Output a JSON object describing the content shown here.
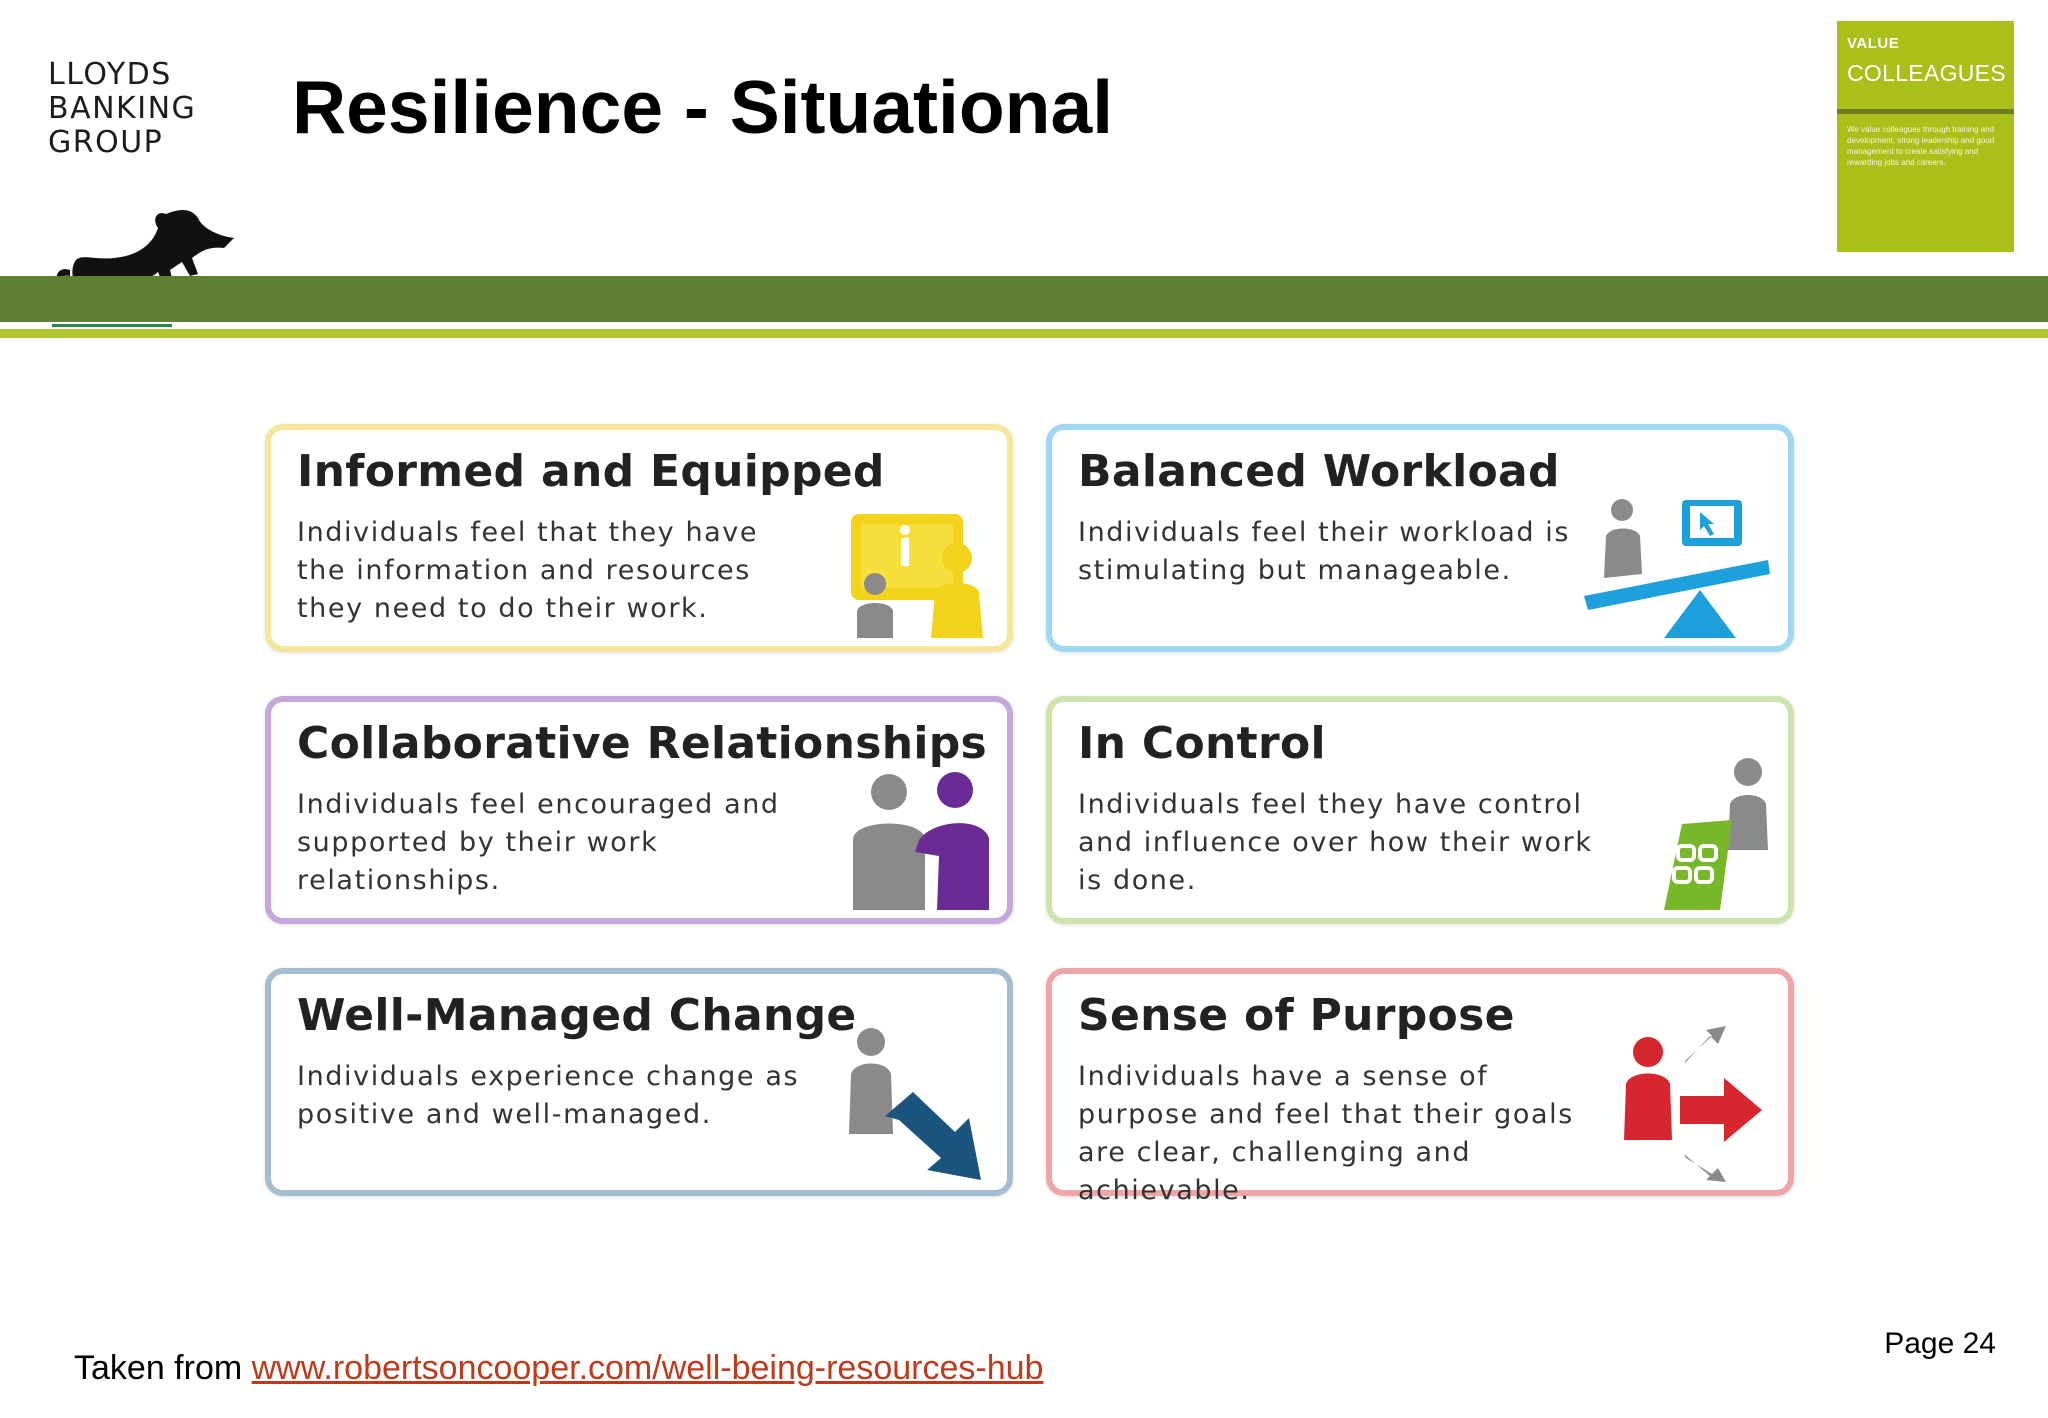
{
  "logo": {
    "lines": [
      "LLOYDS",
      "BANKING",
      "GROUP"
    ],
    "icon": "black-horse-icon"
  },
  "title": "Resilience - Situational",
  "value_box": {
    "kicker": "VALUE",
    "title": "COLLEAGUES",
    "description": "We value colleagues through training and development, strong leadership and good management to create satisfying and rewarding jobs and careers."
  },
  "colors": {
    "band_dark": "#617f33",
    "band_light": "#b3c431",
    "value_box": "#a9c01b"
  },
  "cards": [
    {
      "title": "Informed and Equipped",
      "body": "Individuals feel that they have the information and resources they need to do their work.",
      "border_color": "#f5e79a",
      "icon": "information-board-icon"
    },
    {
      "title": "Balanced Workload",
      "body": "Individuals feel their workload is stimulating but manageable.",
      "border_color": "#9fd8f2",
      "icon": "balance-seesaw-icon"
    },
    {
      "title": "Collaborative Relationships",
      "body": "Individuals feel encouraged and supported by their work relationships.",
      "border_color": "#c6a7dc",
      "icon": "two-people-support-icon"
    },
    {
      "title": "In Control",
      "body": "Individuals feel they have control and influence over how their work is done.",
      "border_color": "#cde4ad",
      "icon": "control-panel-icon"
    },
    {
      "title": "Well-Managed Change",
      "body": "Individuals experience change as positive and well-managed.",
      "border_color": "#a6bdd0",
      "icon": "change-arrow-icon"
    },
    {
      "title": "Sense of Purpose",
      "body": "Individuals have a sense of purpose and feel that their goals are clear, challenging and achievable.",
      "border_color": "#f0a5a8",
      "icon": "direction-arrows-icon"
    }
  ],
  "footer": {
    "prefix": "Taken from ",
    "link": "www.robertsoncooper.com/well-being-resources-hub"
  },
  "page_label": "Page 24"
}
